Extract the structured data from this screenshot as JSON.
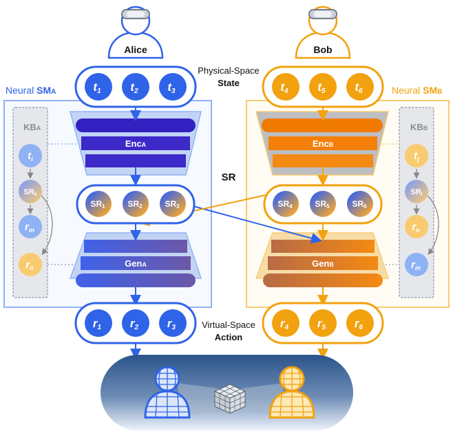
{
  "colors": {
    "alice_blue": "#2F63E8",
    "alice_light": "#8FB2F5",
    "bob_orange": "#F2A10F",
    "bob_light": "#F8CB70",
    "encoder_blue": "#3420C0",
    "encoder_orange": "#F07A00",
    "kb_gray": "#E6E7EA"
  },
  "users": {
    "alice": "Alice",
    "bob": "Bob"
  },
  "labels": {
    "physical_space": "Physical-Space",
    "state": "State",
    "sr": "SR",
    "virtual_space": "Virtual-Space",
    "action": "Action",
    "neural_prefix": "Neural ",
    "sm": "SM",
    "sub_a": "A",
    "sub_b": "B",
    "kb": "KB",
    "enc": "Enc",
    "gen": "Gen"
  },
  "alice": {
    "states": [
      {
        "base": "t",
        "sub": "1"
      },
      {
        "base": "t",
        "sub": "2"
      },
      {
        "base": "t",
        "sub": "3"
      }
    ],
    "srs": [
      {
        "base": "SR",
        "sub": "1"
      },
      {
        "base": "SR",
        "sub": "2"
      },
      {
        "base": "SR",
        "sub": "3"
      }
    ],
    "actions": [
      {
        "base": "r",
        "sub": "1"
      },
      {
        "base": "r",
        "sub": "2"
      },
      {
        "base": "r",
        "sub": "3"
      }
    ],
    "kb_items": [
      {
        "base": "t",
        "sub": "i"
      },
      {
        "base": "SR",
        "sub": "k"
      },
      {
        "base": "r",
        "sub": "m"
      },
      {
        "base": "r",
        "sub": "n"
      }
    ]
  },
  "bob": {
    "states": [
      {
        "base": "t",
        "sub": "4"
      },
      {
        "base": "t",
        "sub": "5"
      },
      {
        "base": "t",
        "sub": "6"
      }
    ],
    "srs": [
      {
        "base": "SR",
        "sub": "4"
      },
      {
        "base": "SR",
        "sub": "5"
      },
      {
        "base": "SR",
        "sub": "6"
      }
    ],
    "actions": [
      {
        "base": "r",
        "sub": "4"
      },
      {
        "base": "r",
        "sub": "5"
      },
      {
        "base": "r",
        "sub": "6"
      }
    ],
    "kb_items": [
      {
        "base": "t",
        "sub": "j"
      },
      {
        "base": "SR",
        "sub": "l"
      },
      {
        "base": "r",
        "sub": "n"
      },
      {
        "base": "r",
        "sub": "m"
      }
    ]
  }
}
